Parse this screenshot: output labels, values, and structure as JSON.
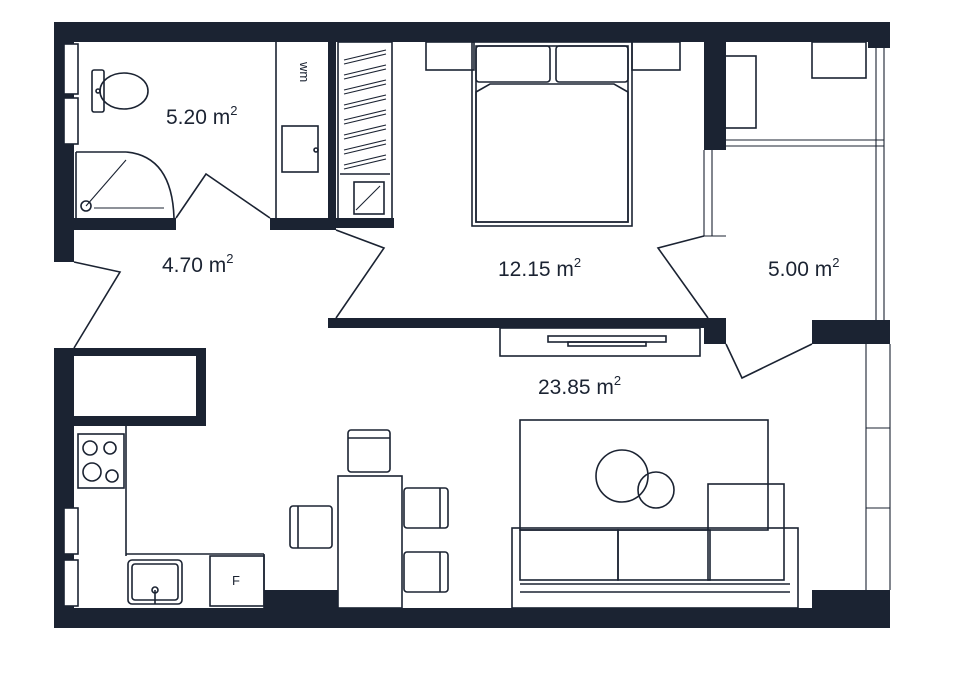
{
  "rooms": [
    {
      "id": "bathroom",
      "area": "5.20 m",
      "unit_sup": "2"
    },
    {
      "id": "hallway",
      "area": "4.70 m",
      "unit_sup": "2"
    },
    {
      "id": "bedroom",
      "area": "12.15 m",
      "unit_sup": "2"
    },
    {
      "id": "balcony",
      "area": "5.00 m",
      "unit_sup": "2"
    },
    {
      "id": "living",
      "area": "23.85 m",
      "unit_sup": "2"
    }
  ],
  "fixtures": {
    "washing_machine": "wm",
    "fridge": "F"
  },
  "colors": {
    "wall": "#1b2332",
    "background": "#ffffff"
  }
}
